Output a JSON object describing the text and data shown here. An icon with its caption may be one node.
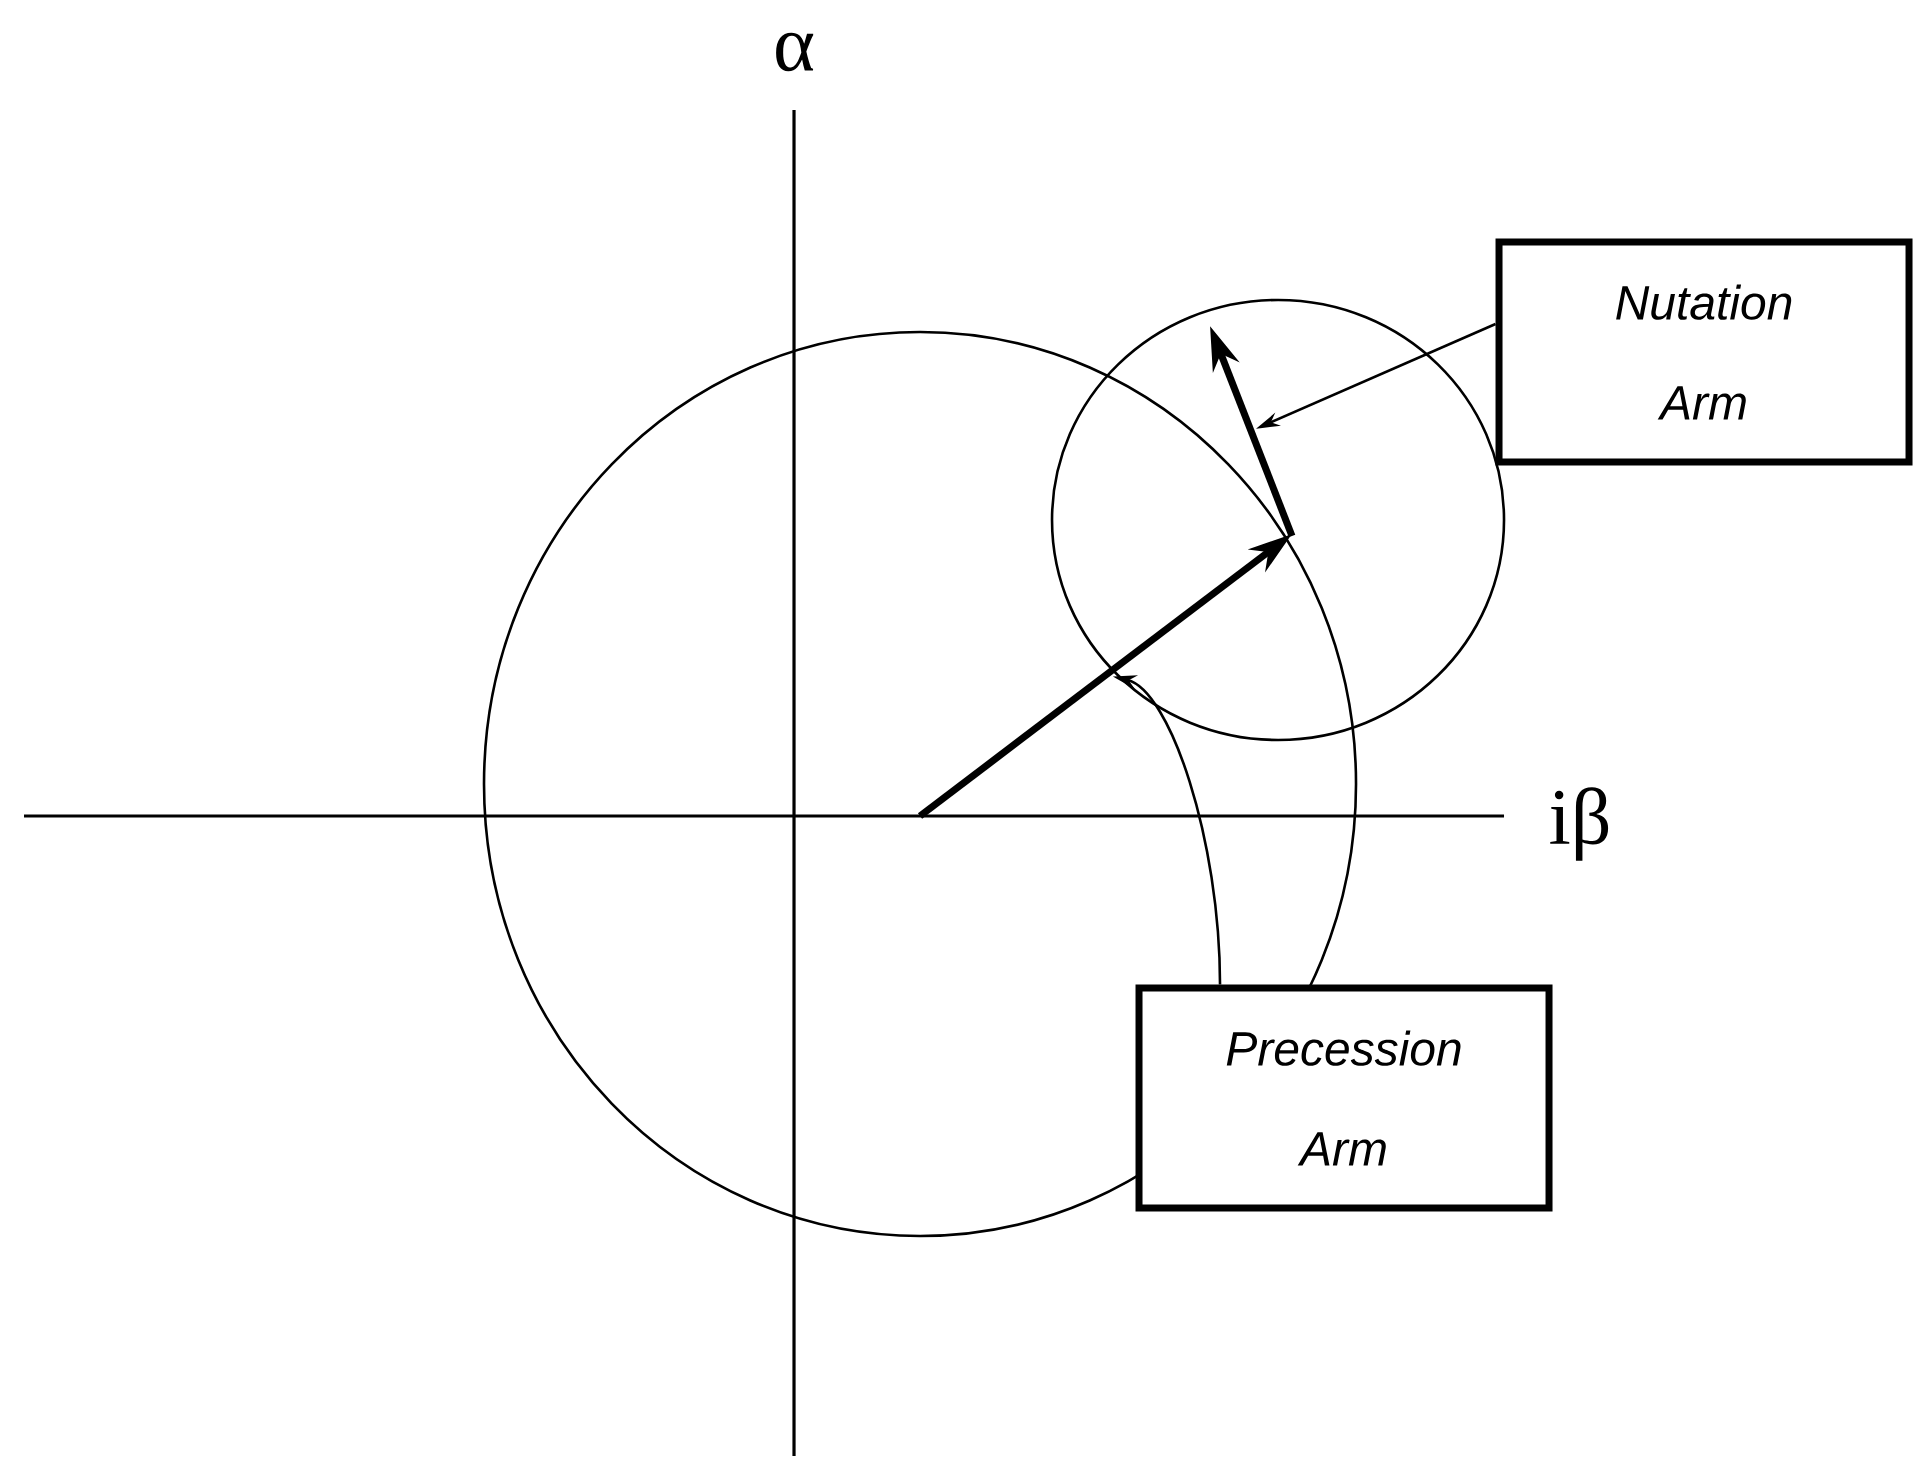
{
  "diagram": {
    "nodes": [
      {
        "text": [
          "Nutation Arm"
        ]
      },
      {
        "text": [
          "Precession Arm"
        ]
      },
      {
        "text": [],
        "shape": "arrow"
      },
      {
        "text": [],
        "shape": "arrow"
      }
    ],
    "edges": [
      {
        "from": 0,
        "to": 2,
        "arrow": "to"
      },
      {
        "from": 1,
        "to": 3,
        "arrow": "to"
      }
    ],
    "labels": [
      "α",
      "iβ"
    ]
  }
}
